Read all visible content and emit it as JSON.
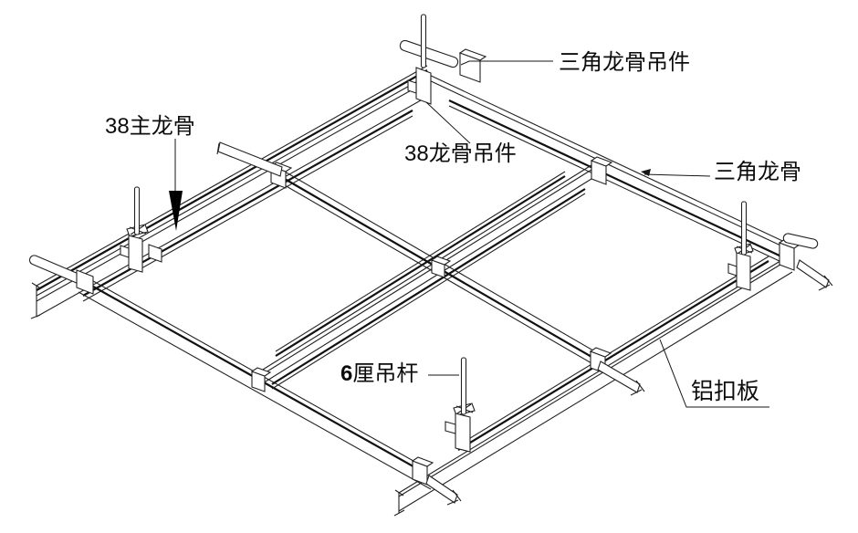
{
  "diagram": {
    "type": "ceiling-keel-structure-axonometric",
    "background": "#ffffff",
    "line_color": "#1a1a1a",
    "pointer_arrow_color": "#000000",
    "pointer_arrow_glyph": "filled-down-arrow"
  },
  "labels": {
    "triangle_keel_hanger": {
      "text": "三角龙骨吊件"
    },
    "main_keel_38": {
      "text": "38主龙骨"
    },
    "keel_hanger_38": {
      "text": "38龙骨吊件"
    },
    "triangle_keel": {
      "text": "三角龙骨"
    },
    "hanger_rod": {
      "bold_prefix": "6",
      "text": "厘吊杆"
    },
    "aluminum_panel": {
      "text": "铝扣板"
    }
  }
}
